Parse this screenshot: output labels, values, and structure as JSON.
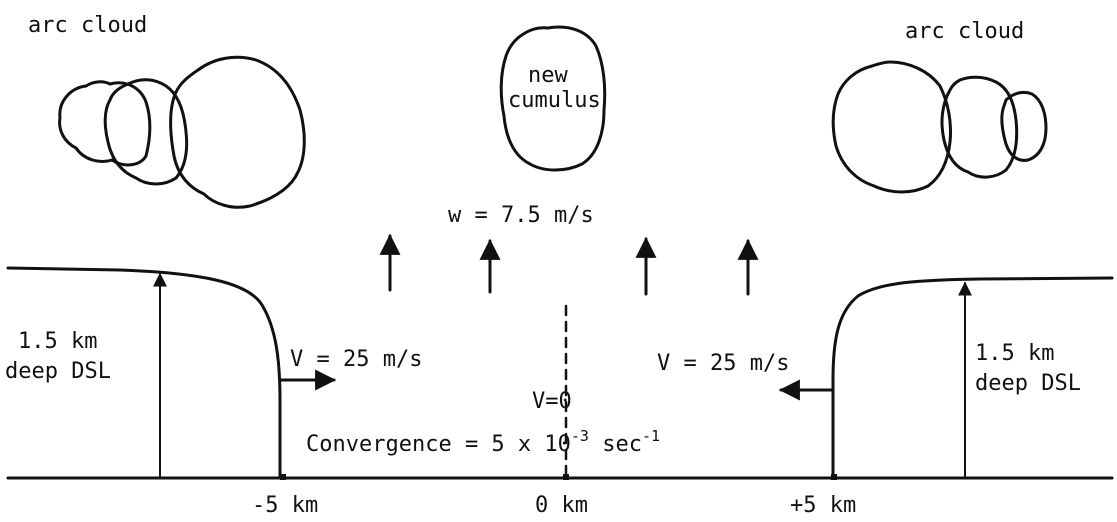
{
  "labels": {
    "arc_cloud_left": "arc cloud",
    "arc_cloud_right": "arc cloud",
    "new_cumulus_line1": "new",
    "new_cumulus_line2": "cumulus",
    "updraft": "w = 7.5 m/s",
    "dsl_left_line1": "1.5 km",
    "dsl_left_line2": "deep DSL",
    "dsl_right_line1": "1.5 km",
    "dsl_right_line2": "deep DSL",
    "wind_left": "V = 25 m/s",
    "wind_right": "V = 25 m/s",
    "center_wind": "V=0",
    "convergence_main": "Convergence = 5 x 10",
    "convergence_exp1": "-3",
    "convergence_unit": " sec",
    "convergence_exp2": "-1",
    "tick_left": "-5 km",
    "tick_center": "0 km",
    "tick_right": "+5 km"
  },
  "colors": {
    "ink": "#111111",
    "background": "#ffffff"
  }
}
